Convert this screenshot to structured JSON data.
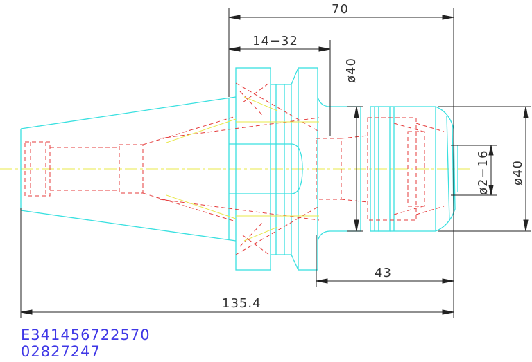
{
  "dimensions": {
    "overall_top": "70",
    "flange_range": "14−32",
    "shank_dia": "ø40",
    "nose_dia": "ø40",
    "clamp_range": "ø2−16",
    "nose_length": "43",
    "overall_length": "135.4"
  },
  "part_codes": [
    "E341456722570",
    "02827247"
  ],
  "colors": {
    "outline": "#39e0e0",
    "hidden": "#e53b3b",
    "centerline": "#e8e84a",
    "dimension": "#222222",
    "code_text": "#3f37e6"
  }
}
